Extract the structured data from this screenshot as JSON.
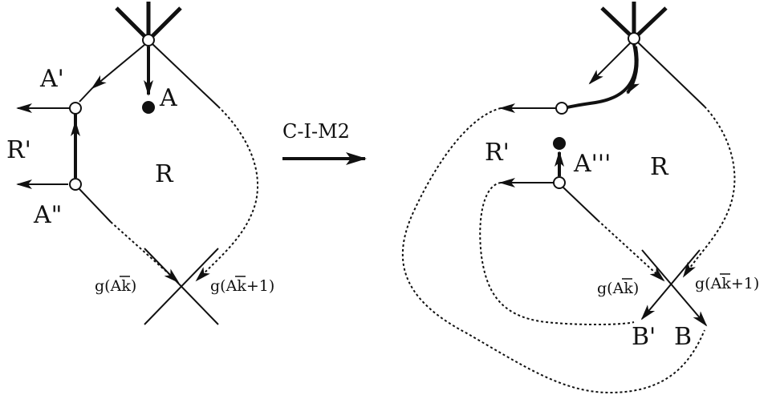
{
  "transform": {
    "label": "C-I-M2"
  },
  "left": {
    "labels": {
      "a_prime": "A'",
      "a": "A",
      "r_prime": "R'",
      "r": "R",
      "a_double_prime": "A\"",
      "g_ak_prefix": "g(",
      "g_ak_bar": "A",
      "g_ak_suffix": "k)",
      "g_ak1_prefix": "g(",
      "g_ak1_bar": "A",
      "g_ak1_suffix": "k+1)"
    }
  },
  "right": {
    "labels": {
      "r_prime": "R'",
      "a_triple_prime": "A'''",
      "r": "R",
      "g_ak_prefix": "g(",
      "g_ak_bar": "A",
      "g_ak_suffix": "k)",
      "g_ak1_prefix": "g(",
      "g_ak1_bar": "A",
      "g_ak1_suffix": "k+1)",
      "b_prime": "B'",
      "b": "B"
    }
  }
}
